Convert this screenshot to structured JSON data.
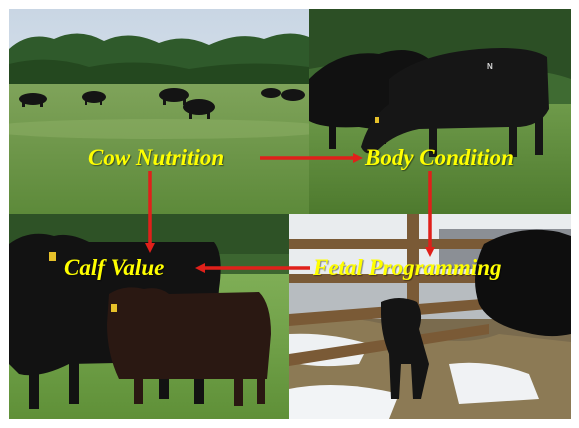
{
  "diagram": {
    "nodes": [
      {
        "id": "cow-nutrition",
        "label": "Cow Nutrition"
      },
      {
        "id": "body-condition",
        "label": "Body Condition"
      },
      {
        "id": "fetal-programming",
        "label": "Fetal Programming"
      },
      {
        "id": "calf-value",
        "label": "Calf Value"
      }
    ],
    "edges": [
      {
        "from": "cow-nutrition",
        "to": "body-condition"
      },
      {
        "from": "cow-nutrition",
        "to": "calf-value"
      },
      {
        "from": "body-condition",
        "to": "fetal-programming"
      },
      {
        "from": "fetal-programming",
        "to": "calf-value"
      }
    ]
  },
  "colors": {
    "label_text": "#ffff00",
    "arrow": "#e0201a",
    "background": "#ffffff"
  },
  "photos": [
    {
      "name": "cattle-grazing-pasture-photo"
    },
    {
      "name": "cows-grazing-closeup-photo"
    },
    {
      "name": "cow-and-calf-photo"
    },
    {
      "name": "newborn-calf-in-pen-photo"
    }
  ]
}
